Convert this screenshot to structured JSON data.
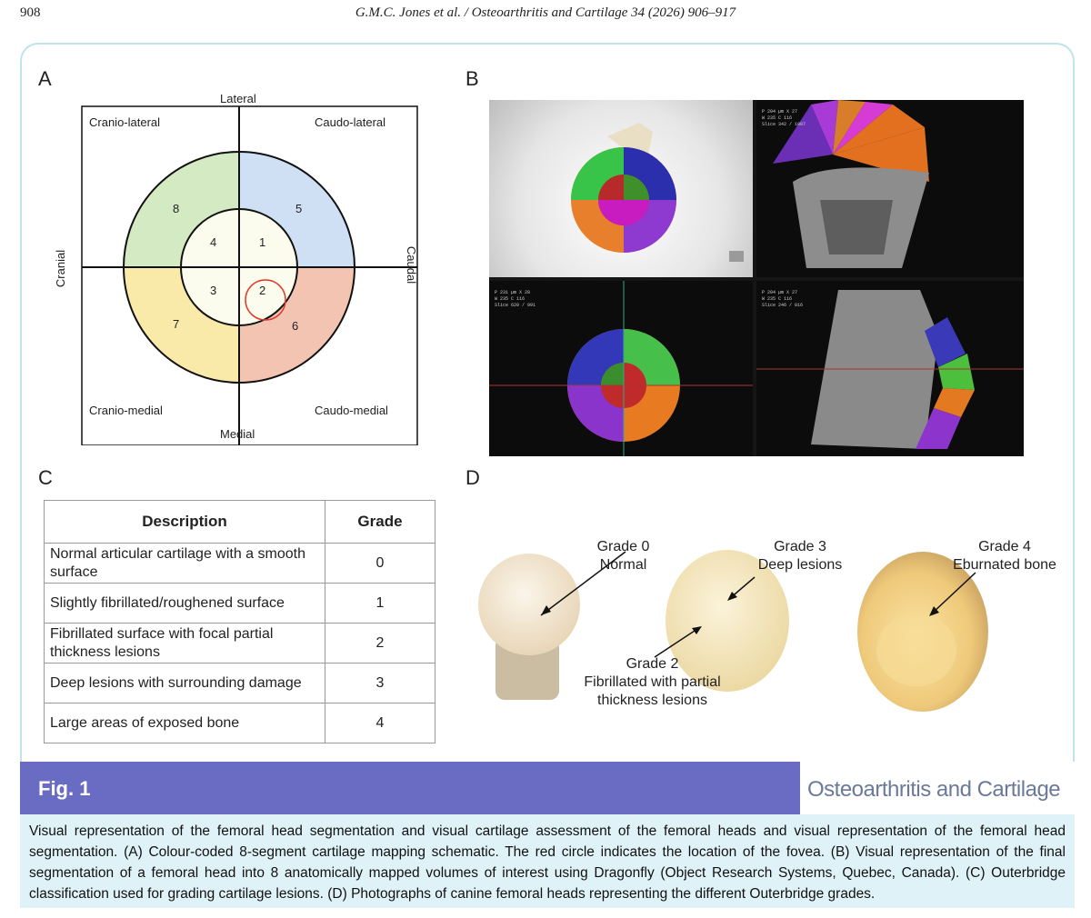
{
  "header": {
    "page_number": "908",
    "running_head": "G.M.C. Jones et al. / Osteoarthritis and Cartilage 34 (2026) 906–917"
  },
  "panels": {
    "a": "A",
    "b": "B",
    "c": "C",
    "d": "D"
  },
  "panel_a": {
    "top": "Lateral",
    "bottom": "Medial",
    "left": "Cranial",
    "right": "Caudal",
    "corner_tl": "Cranio-lateral",
    "corner_tr": "Caudo-lateral",
    "corner_bl": "Cranio-medial",
    "corner_br": "Caudo-medial",
    "segments": [
      "1",
      "2",
      "3",
      "4",
      "5",
      "6",
      "7",
      "8"
    ],
    "colors": {
      "green": "#d3eac2",
      "blue": "#cfe0f5",
      "yellow": "#faeaa9",
      "salmon": "#f4c4b2",
      "inner": "#fbfbee",
      "fovea": "#e03a2a"
    }
  },
  "panel_c": {
    "header_description": "Description",
    "header_grade": "Grade",
    "rows": [
      {
        "description": "Normal articular cartilage with a smooth surface",
        "grade": "0"
      },
      {
        "description": "Slightly fibrillated/roughened surface",
        "grade": "1"
      },
      {
        "description": "Fibrillated surface with focal partial thickness lesions",
        "grade": "2"
      },
      {
        "description": "Deep lesions with surrounding damage",
        "grade": "3"
      },
      {
        "description": "Large areas of exposed bone",
        "grade": "4"
      }
    ]
  },
  "panel_d": {
    "grade0_title": "Grade 0",
    "grade0_desc": "Normal",
    "grade3_title": "Grade 3",
    "grade3_desc": "Deep lesions",
    "grade4_title": "Grade 4",
    "grade4_desc": "Eburnated bone",
    "grade2_title": "Grade 2",
    "grade2_desc_1": "Fibrillated with partial",
    "grade2_desc_2": "thickness lesions"
  },
  "figure": {
    "label": "Fig. 1",
    "journal": "Osteoarthritis and Cartilage",
    "caption": "Visual representation of the femoral head segmentation and visual cartilage assessment of the femoral heads and visual representation of the femoral head segmentation. (A) Colour-coded 8-segment cartilage mapping schematic. The red circle indicates the location of the fovea. (B) Visual representation of the final segmentation of a femoral head into 8 anatomically mapped volumes of interest using Dragonfly (Object Research Systems, Quebec, Canada). (C) Outerbridge classification used for grading cartilage lesions. (D) Photographs of canine femoral heads representing the different Outerbridge grades."
  }
}
